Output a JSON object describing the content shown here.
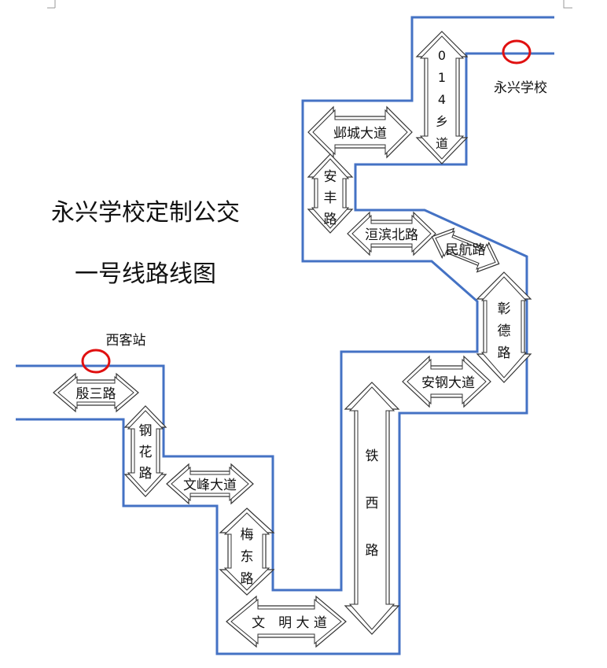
{
  "title": {
    "line1": "永兴学校定制公交",
    "line2": "一号线路线图"
  },
  "stops": {
    "start": "西客站",
    "end": "永兴学校"
  },
  "roads": {
    "yin_san": "殷三路",
    "gang_hua": [
      "钢",
      "花",
      "路"
    ],
    "wen_feng": "文峰大道",
    "mei_dong": [
      "梅",
      "东",
      "路"
    ],
    "wen_ming": "文　明 大 道",
    "tie_xi": [
      "铁",
      "西",
      "路"
    ],
    "an_gang": "安钢大道",
    "zhang_de": [
      "彰",
      "德",
      "路"
    ],
    "min_hang": "民航路",
    "huan_bin_bei": "洹滨北路",
    "an_feng": [
      "安",
      "丰",
      "路"
    ],
    "ye_cheng": "邺城大道",
    "road_014": [
      "0",
      "1",
      "4",
      "乡",
      "道"
    ]
  },
  "colors": {
    "road_line": "#4472c4",
    "stop_marker": "#e01010"
  }
}
